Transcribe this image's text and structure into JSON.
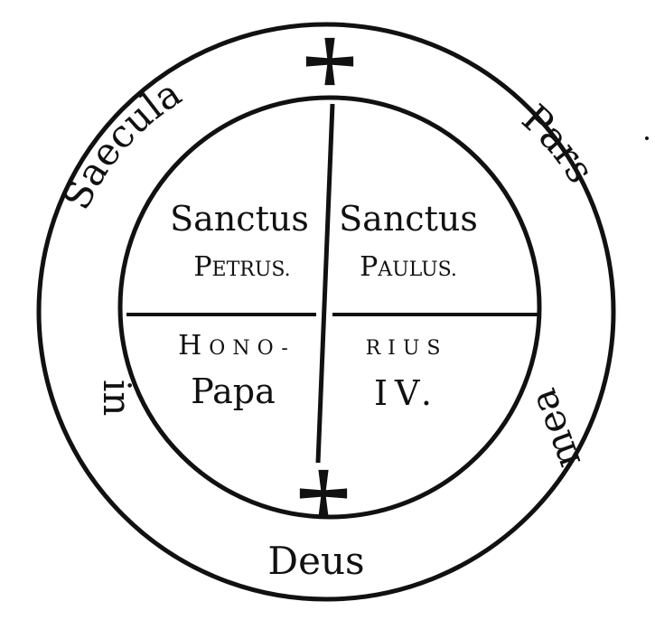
{
  "outer_ring": {
    "upper_left": "Saecula",
    "upper_right": "Pars",
    "lower_left": "in",
    "lower_right": "mea",
    "bottom": "Deus"
  },
  "quadrants": {
    "top_left_line1": "Sanctus",
    "top_left_line2_initial": "P",
    "top_left_line2_rest": "ETRUS.",
    "top_right_line1": "Sanctus",
    "top_right_line2_initial": "P",
    "top_right_line2_rest": "AULUS.",
    "bottom_left_line1_initial": "H",
    "bottom_left_line1_rest": "ONO-",
    "bottom_left_line2": "Papa",
    "bottom_right_line1": "RIUS",
    "bottom_right_line2": "IV."
  },
  "colors": {
    "ink": "#111111",
    "paper": "#ffffff"
  },
  "icons": [
    "cross-pattee-icon-top",
    "cross-pattee-icon-bottom"
  ]
}
